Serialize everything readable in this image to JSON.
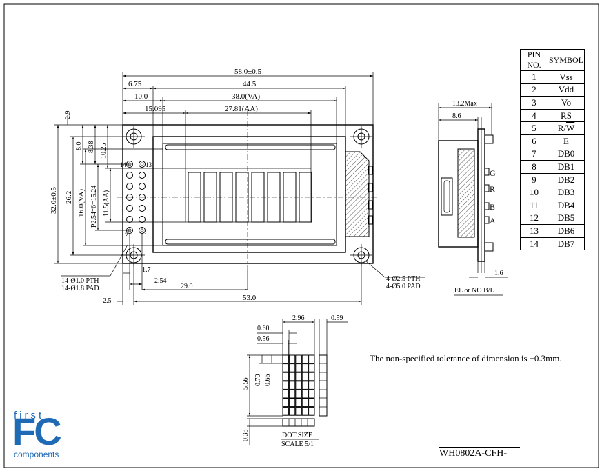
{
  "title": "WH0802A-CFH-",
  "note": "The non-specified tolerance of dimension is ±0.3mm.",
  "pin_table": {
    "headers": [
      "PIN NO.",
      "SYMBOL"
    ],
    "rows": [
      {
        "no": "1",
        "sym": "Vss"
      },
      {
        "no": "2",
        "sym": "Vdd"
      },
      {
        "no": "3",
        "sym": "Vo"
      },
      {
        "no": "4",
        "sym": "RS"
      },
      {
        "no": "5",
        "sym": "R/W"
      },
      {
        "no": "6",
        "sym": "E"
      },
      {
        "no": "7",
        "sym": "DB0"
      },
      {
        "no": "8",
        "sym": "DB1"
      },
      {
        "no": "9",
        "sym": "DB2"
      },
      {
        "no": "10",
        "sym": "DB3"
      },
      {
        "no": "11",
        "sym": "DB4"
      },
      {
        "no": "12",
        "sym": "DB5"
      },
      {
        "no": "13",
        "sym": "DB6"
      },
      {
        "no": "14",
        "sym": "DB7"
      }
    ]
  },
  "front_dims": {
    "width_total": "58.0±0.5",
    "d675": "6.75",
    "d445": "44.5",
    "d100": "10.0",
    "va": "38.0(VA)",
    "d15095": "15.095",
    "aa": "27.81(AA)",
    "d29": "2.9",
    "d80": "8.0",
    "d838": "8.38",
    "d1025": "10.25",
    "height_total": "32.0±0.5",
    "d262": "26.2",
    "vah": "16.0(VA)",
    "pitch": "P2.54*6=15.24",
    "aah": "11.5(AA)",
    "d17": "1.7",
    "d254": "2.54",
    "d290": "29.0",
    "d25": "2.5",
    "d530": "53.0",
    "pth14": "14-Ø1.0 PTH",
    "pad14": "14-Ø1.8 PAD",
    "pth4": "4-Ø2.5 PTH",
    "pad4": "4-Ø5.0 PAD",
    "pin14": "14",
    "pin13": "13",
    "pin2": "2",
    "pin1": "1"
  },
  "side_dims": {
    "d132": "13.2Max",
    "d86": "8.6",
    "d16": "1.6",
    "bl": "EL or NO B/L",
    "g": "G",
    "r": "R",
    "b": "B",
    "a": "A"
  },
  "dot_dims": {
    "d296": "2.96",
    "d059": "0.59",
    "d060": "0.60",
    "d056": "0.56",
    "d556": "5.56",
    "d070": "0.70",
    "d066": "0.66",
    "d038": "0.38",
    "label": "DOT SIZE",
    "scale": "SCALE 5/1"
  },
  "logo": {
    "first": "first",
    "fc": "FC",
    "components": "components"
  }
}
